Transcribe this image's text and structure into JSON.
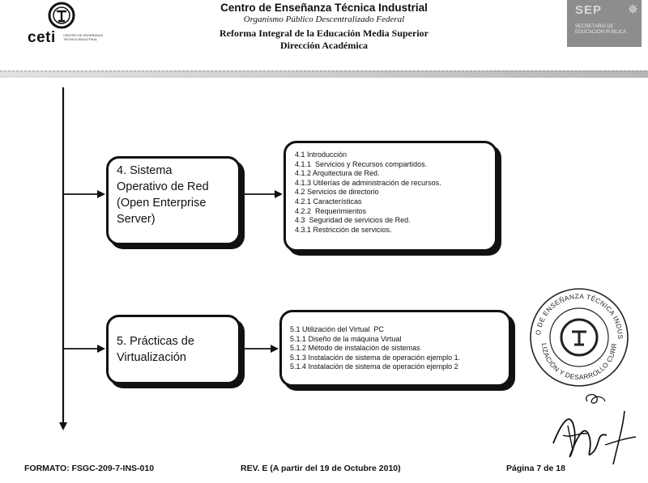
{
  "header": {
    "logo_text": "ceti",
    "logo_tagline": "CENTRO DE ENSEÑANZA TÉCNICA INDUSTRIAL",
    "institution": "Centro de Enseñanza Técnica Industrial",
    "subtitle": "Organismo Público Descentralizado Federal",
    "program": "Reforma Integral de la Educación Media Superior",
    "department": "Dirección Académica",
    "sep_logo_text": "SEP",
    "sep_logo_sub": "SECRETARÍA DE EDUCACIÓN PÚBLICA"
  },
  "topics": [
    {
      "lines": [
        "4. Sistema",
        "Operativo de Red",
        "(Open Enterprise",
        "Server)"
      ],
      "details": [
        "4.1 Introducción",
        "4.1.1  Servicios y Recursos compartidos.",
        "4.1.2 Arquitectura de Red.",
        "4.1.3 Utilerías de administración de recursos.",
        "4.2 Servicios de directorio",
        "4.2.1 Características",
        "4.2.2  Requerimientos",
        "4.3  Seguridad de servicios de Red.",
        "4.3.1 Restricción de servicios."
      ]
    },
    {
      "lines": [
        "5. Prácticas de",
        "Virtualización"
      ],
      "details": [
        "5.1 Utilización del Virtual  PC",
        "5.1.1 Diseño de la máquina Virtual",
        "5.1.2 Método de instalación de sistemas",
        "5.1.3 Instalación de sistema de operación ejemplo 1.",
        "5.1.4 Instalación de sistema de operación ejemplo 2"
      ]
    }
  ],
  "stamp": {
    "text_top": "CENTRO DE ENSEÑANZA TÉCNICA INDUSTRIAL",
    "text_bottom": "NORMALIZACIÓN Y DESARROLLO CURRICULAR"
  },
  "footer": {
    "format": "FORMATO: FSGC-209-7-INS-010",
    "revision": "REV. E  (A partir del 19 de Octubre 2010)",
    "page": "Página 7 de 18"
  }
}
